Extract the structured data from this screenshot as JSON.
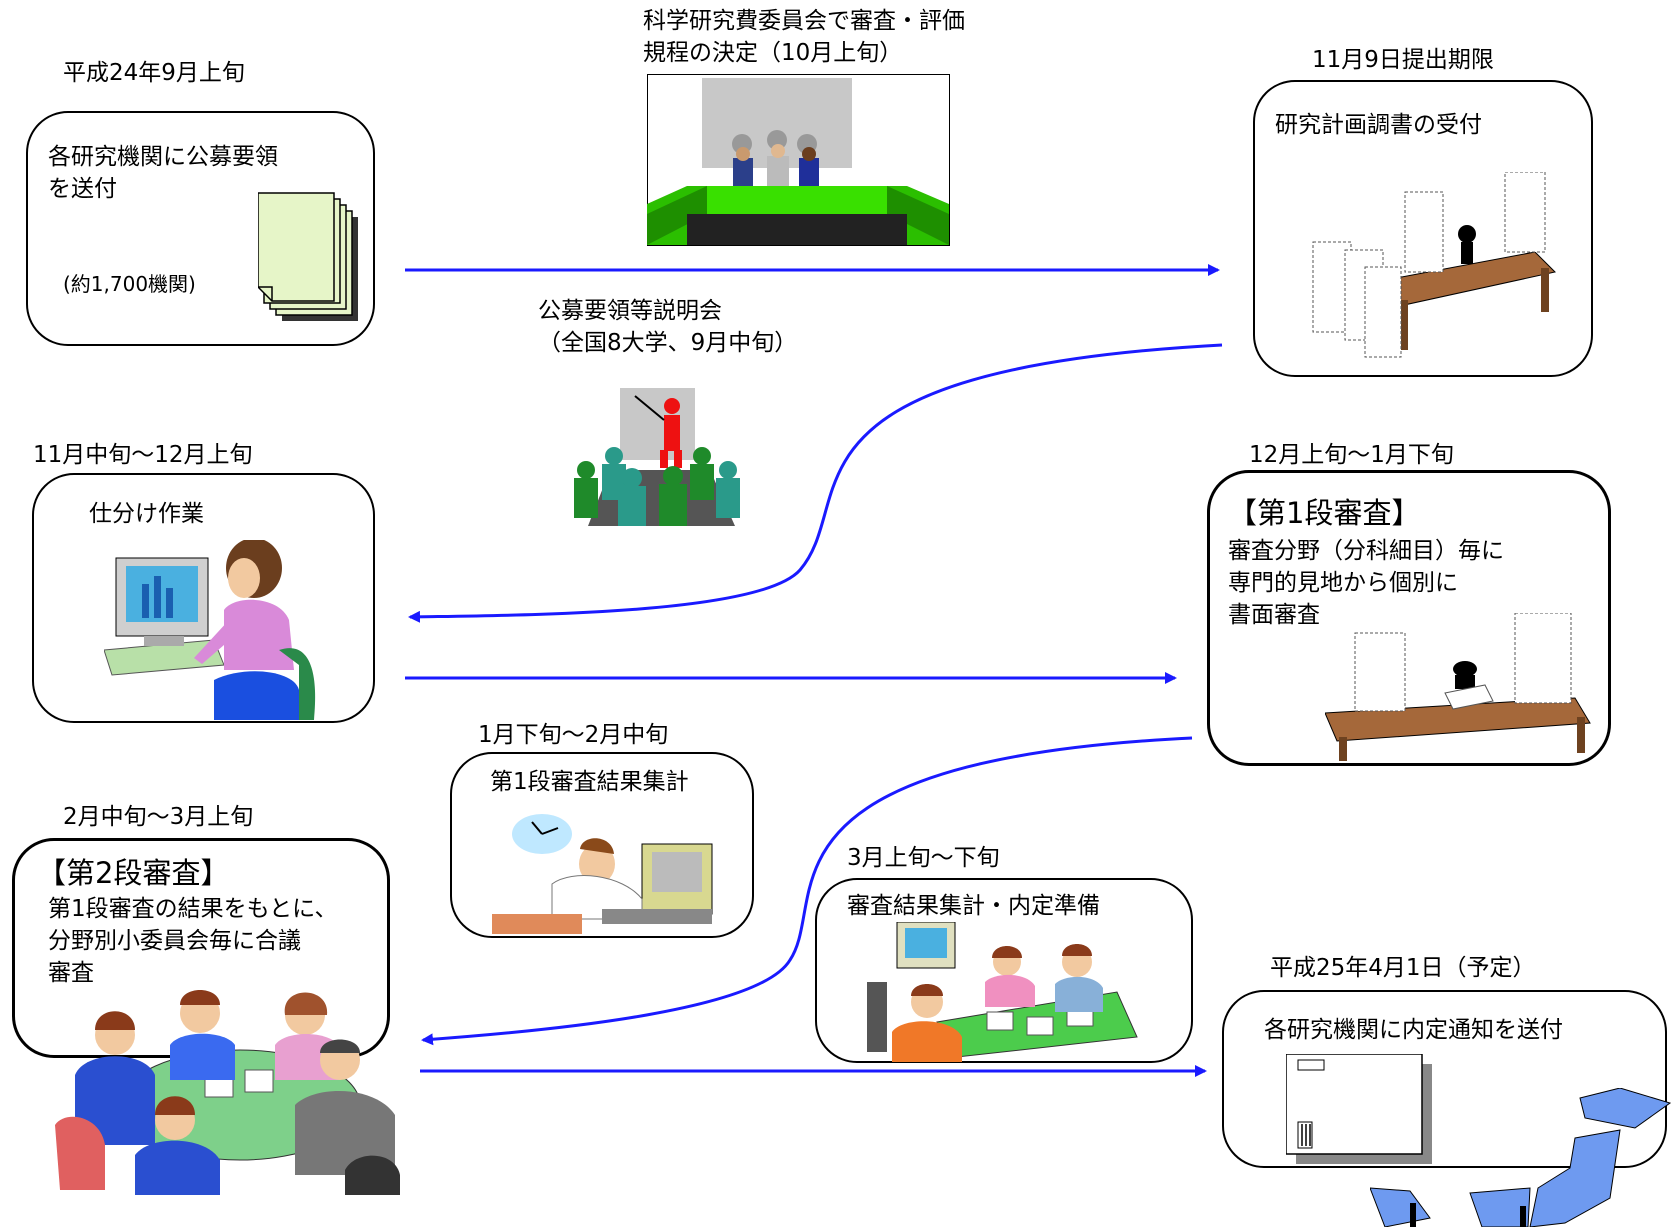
{
  "step1": {
    "date": "平成24年9月上旬",
    "line1": "各研究機関に公募要領",
    "line2": "を送付",
    "count": "(約1,700機関)"
  },
  "committee": {
    "line1": "科学研究費委員会で審査・評価",
    "line2": "規程の決定（10月上旬）"
  },
  "step2": {
    "date": "11月9日提出期限",
    "title": "研究計画調書の受付"
  },
  "briefing": {
    "line1": "公募要領等説明会",
    "line2": "（全国8大学、9月中旬）"
  },
  "step3": {
    "date": "11月中旬～12月上旬",
    "title": "仕分け作業"
  },
  "step4": {
    "date": "12月上旬～1月下旬",
    "heading": "【第1段審査】",
    "line1": "審査分野（分科細目）毎に",
    "line2": "専門的見地から個別に",
    "line3": "書面審査"
  },
  "step5": {
    "date": "1月下旬～2月中旬",
    "title": "第1段審査結果集計"
  },
  "step6": {
    "date": "2月中旬～3月上旬",
    "heading": "【第2段審査】",
    "line1": "第1段審査の結果をもとに、",
    "line2": "分野別小委員会毎に合議",
    "line3": "審査"
  },
  "step7": {
    "date": "3月上旬～下旬",
    "title": "審査結果集計・内定準備"
  },
  "step8": {
    "date": "平成25年4月1日（予定）",
    "title": "各研究機関に内定通知を送付"
  },
  "colors": {
    "arrow": "#1a1aff",
    "green": "#33dd00",
    "teal": "#2a9a8a",
    "desk": "#8b5a2b"
  }
}
